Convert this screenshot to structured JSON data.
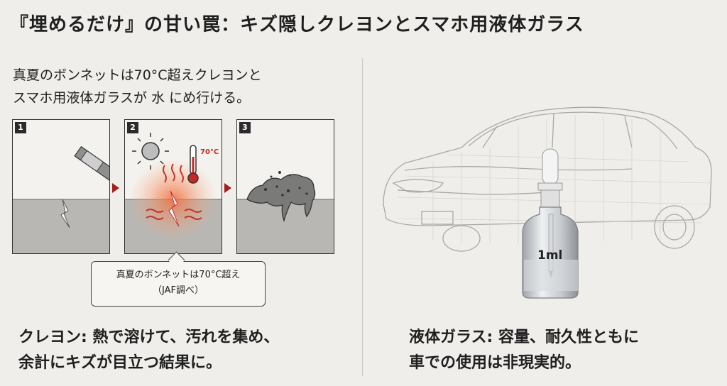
{
  "title": "『埋めるだけ』の甘い罠：キズ隠しクレヨンとスマホ用液体ガラス",
  "intro": {
    "line1": "真夏のボンネットは70°C超えクレヨンと",
    "line2": "スマホ用液体ガラスが 水 にめ行ける。"
  },
  "steps": [
    {
      "number": "1"
    },
    {
      "number": "2",
      "temp_label": "70°C"
    },
    {
      "number": "3"
    }
  ],
  "callout": {
    "line1": "真夏のボンネットは70°C超え",
    "line2": "（JAF調べ）"
  },
  "crayon_caption": {
    "line1": "クレヨン: 熱で溶けて、汚れを集め、",
    "line2": "余計にキズが目立つ結果に。"
  },
  "glass_caption": {
    "line1": "液体ガラス: 容量、耐久性ともに",
    "line2": "車での使用は非現実的。"
  },
  "bottle_label": "1ml",
  "colors": {
    "accent": "#a32020",
    "heat": "#e8542a",
    "background": "#efeeea"
  }
}
